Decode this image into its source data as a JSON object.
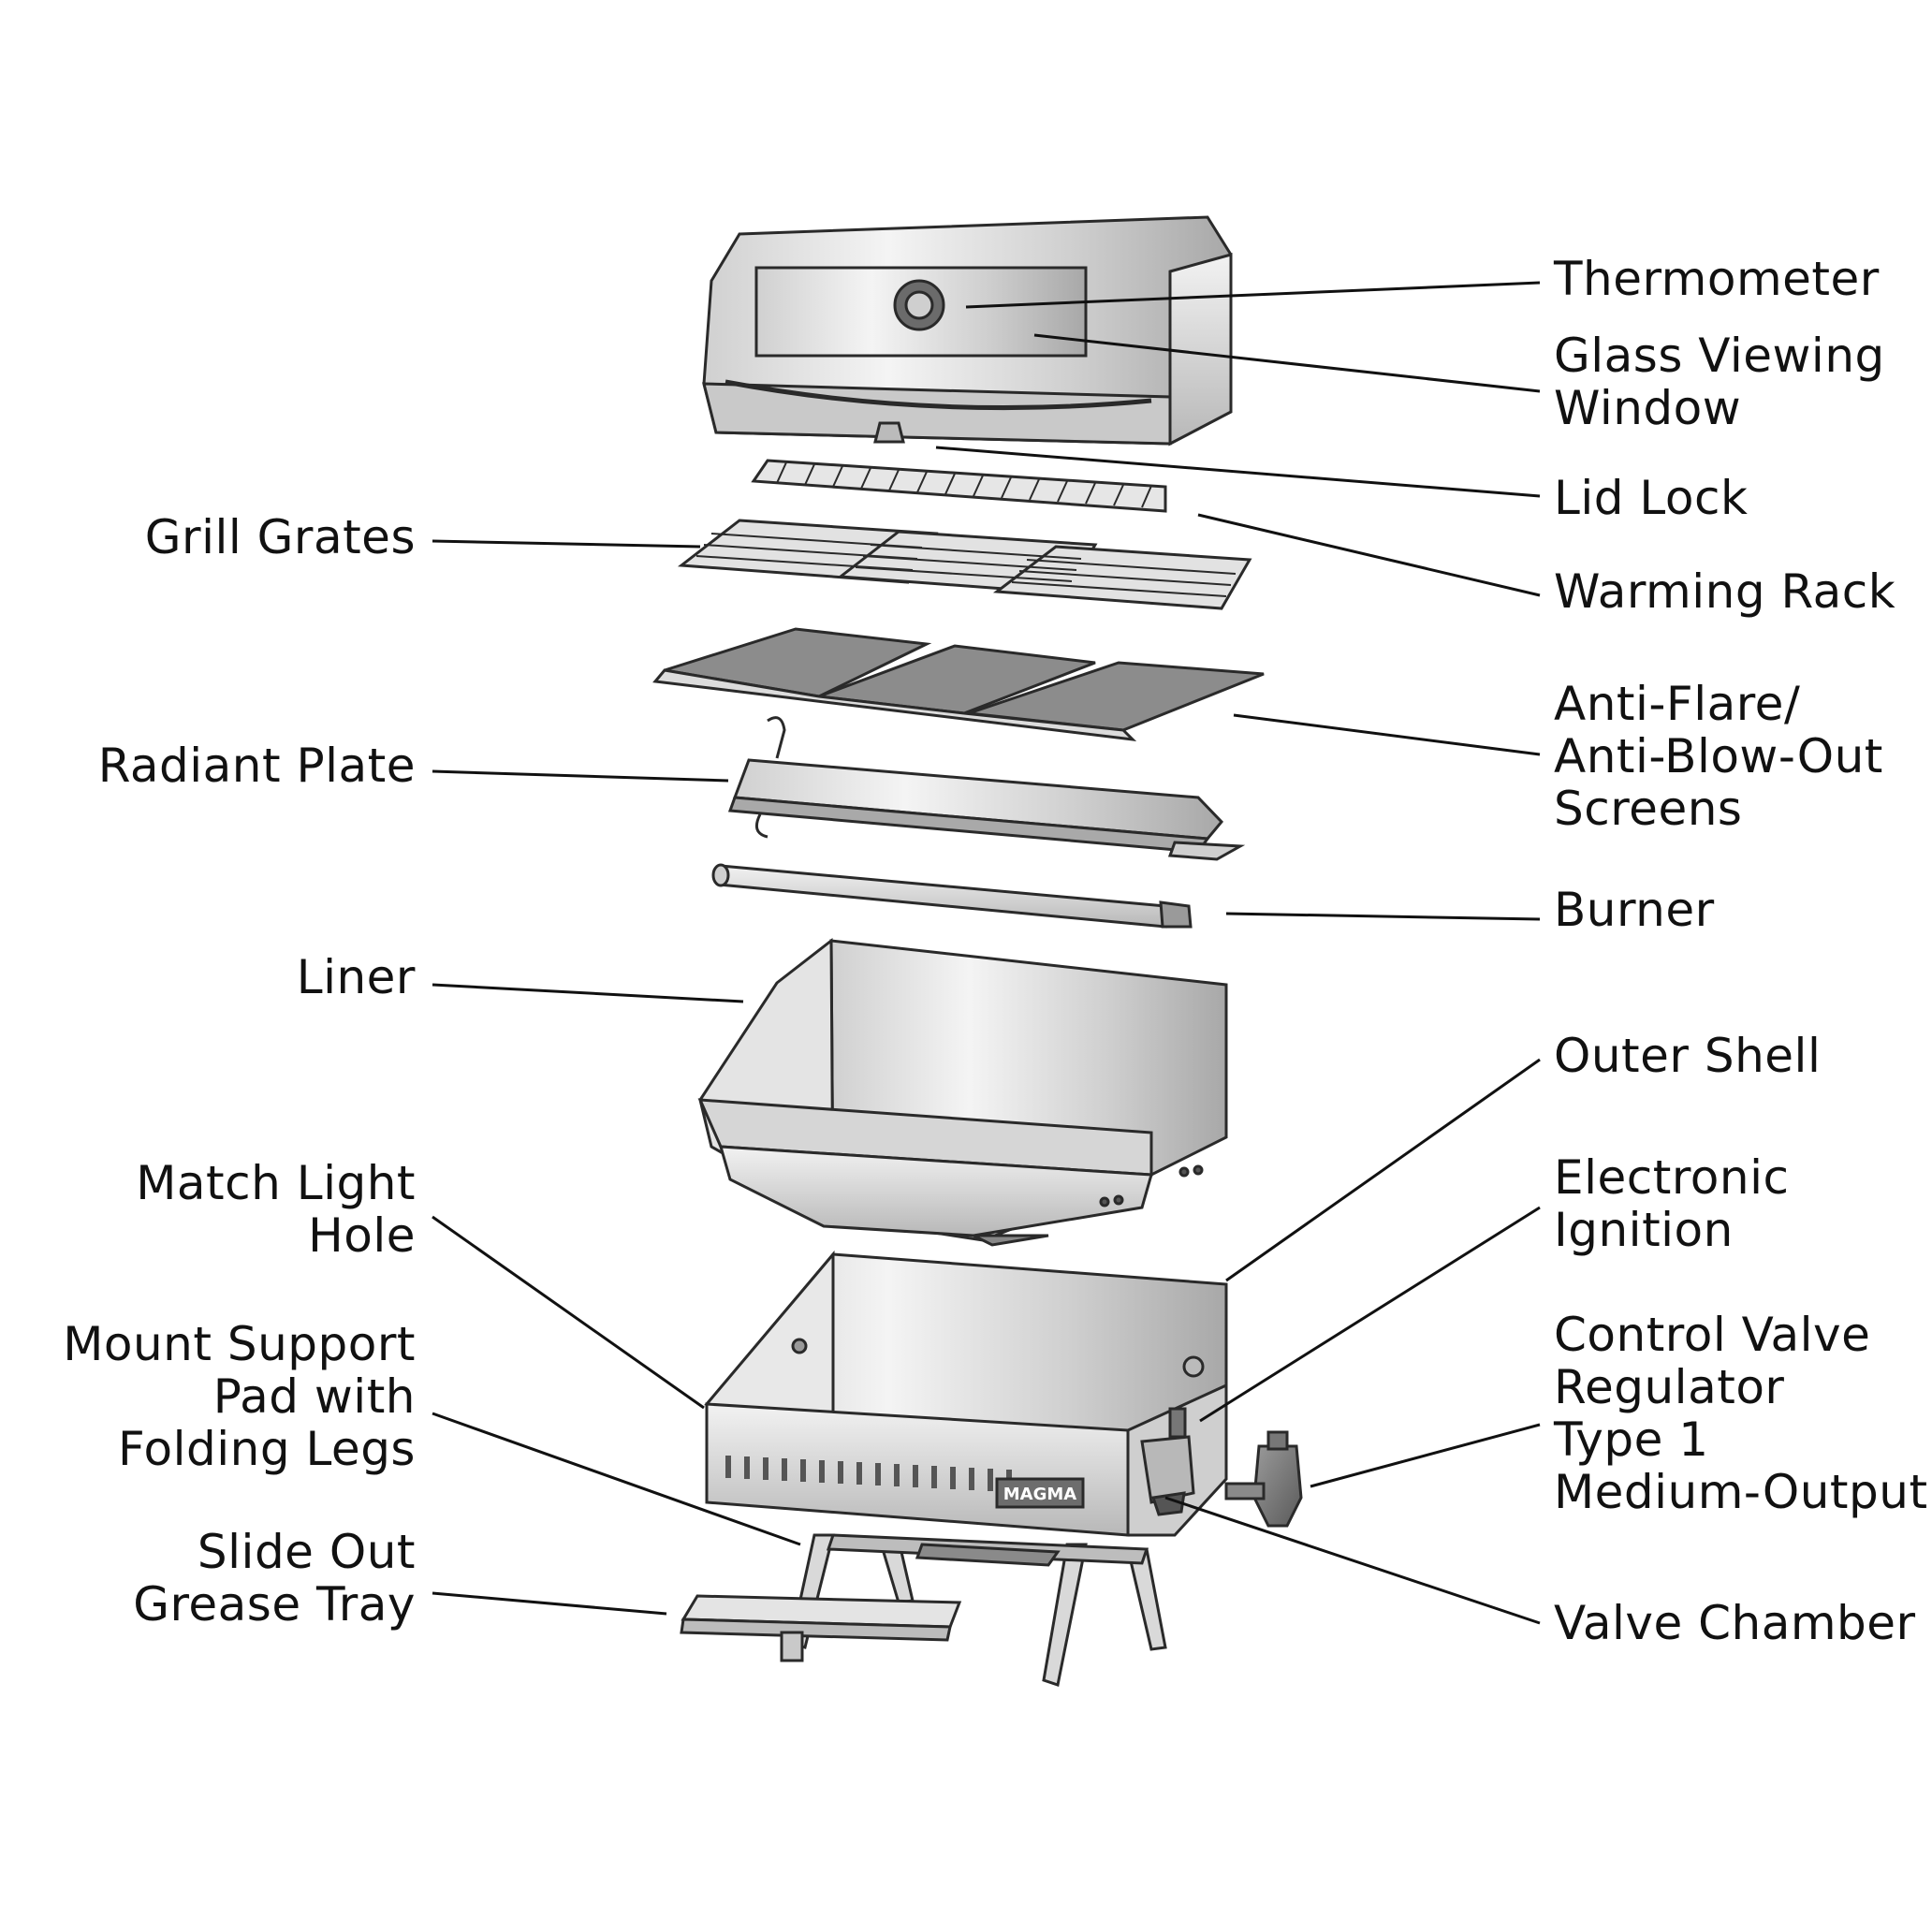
{
  "brand_logo": "MAGMA",
  "labels": {
    "thermometer": "Thermometer",
    "glass_viewing_window": "Glass Viewing\nWindow",
    "lid_lock": "Lid Lock",
    "warming_rack": "Warming Rack",
    "anti_flare": "Anti-Flare/\nAnti-Blow-Out\nScreens",
    "burner": "Burner",
    "outer_shell": "Outer Shell",
    "electronic_ignition": "Electronic\nIgnition",
    "control_valve": "Control Valve\nRegulator\nType 1\nMedium-Output",
    "valve_chamber": "Valve Chamber",
    "grill_grates": "Grill Grates",
    "radiant_plate": "Radiant Plate",
    "liner": "Liner",
    "match_light_hole": "Match Light\nHole",
    "mount_support": "Mount Support\nPad with\nFolding Legs",
    "grease_tray": "Slide Out\nGrease Tray"
  },
  "colors": {
    "line": "#111111",
    "metal_light": "#e8e8e8",
    "metal_mid": "#bdbdbd",
    "metal_dark": "#7a7a7a",
    "outline": "#2a2a2a"
  }
}
